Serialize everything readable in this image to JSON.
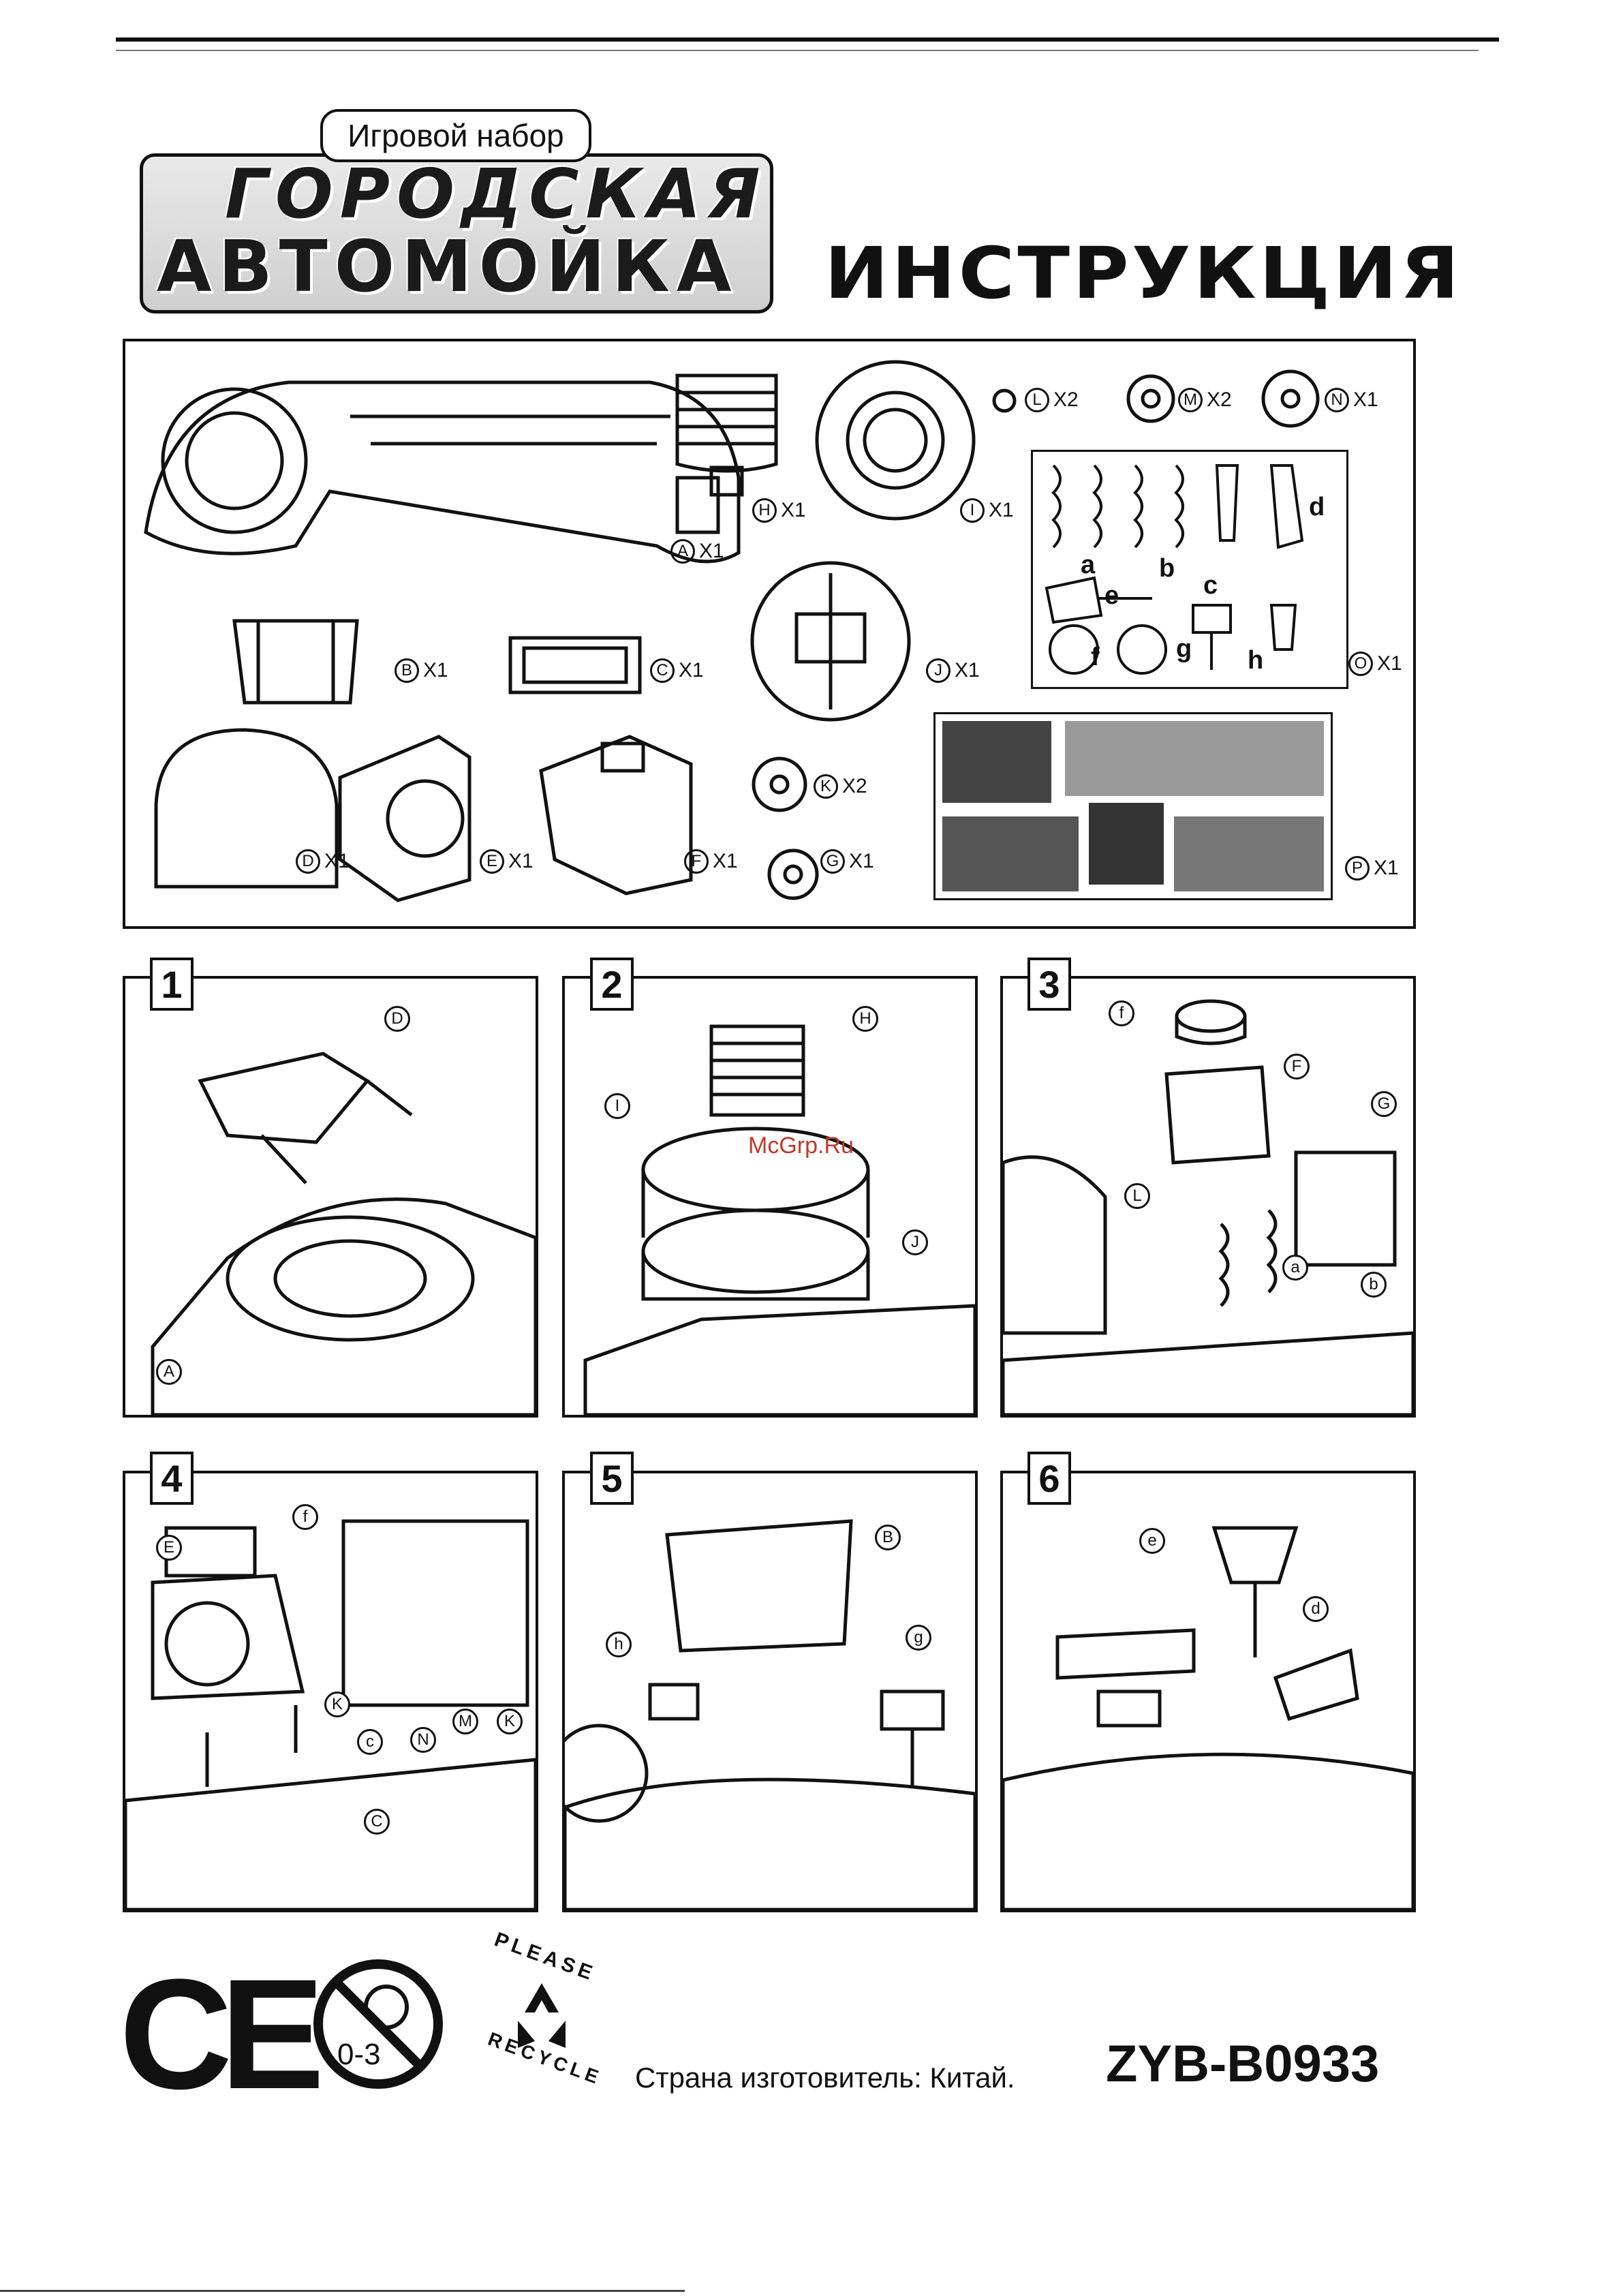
{
  "header": {
    "logo_top": "Игровой набор",
    "logo_line1": "ГОРОДСКАЯ",
    "logo_line2": "АВТОМОЙКА",
    "title": "ИНСТРУКЦИЯ"
  },
  "parts": [
    {
      "id": "A",
      "qty": "X1"
    },
    {
      "id": "B",
      "qty": "X1"
    },
    {
      "id": "C",
      "qty": "X1"
    },
    {
      "id": "D",
      "qty": "X1"
    },
    {
      "id": "E",
      "qty": "X1"
    },
    {
      "id": "F",
      "qty": "X1"
    },
    {
      "id": "G",
      "qty": "X1"
    },
    {
      "id": "H",
      "qty": "X1"
    },
    {
      "id": "I",
      "qty": "X1"
    },
    {
      "id": "J",
      "qty": "X1"
    },
    {
      "id": "K",
      "qty": "X2"
    },
    {
      "id": "L",
      "qty": "X2"
    },
    {
      "id": "M",
      "qty": "X2"
    },
    {
      "id": "N",
      "qty": "X1"
    },
    {
      "id": "O",
      "qty": "X1"
    },
    {
      "id": "P",
      "qty": "X1"
    }
  ],
  "sub_parts": [
    "a",
    "b",
    "c",
    "d",
    "e",
    "f",
    "g",
    "h"
  ],
  "steps": [
    {
      "num": "1",
      "labels": [
        "D",
        "A"
      ]
    },
    {
      "num": "2",
      "labels": [
        "H",
        "I",
        "J"
      ]
    },
    {
      "num": "3",
      "labels": [
        "f",
        "F",
        "G",
        "L",
        "a",
        "b"
      ]
    },
    {
      "num": "4",
      "labels": [
        "f",
        "E",
        "K",
        "c",
        "C",
        "N",
        "M",
        "K"
      ]
    },
    {
      "num": "5",
      "labels": [
        "B",
        "h",
        "g"
      ]
    },
    {
      "num": "6",
      "labels": [
        "e",
        "d"
      ]
    }
  ],
  "watermark": "McGrp.Ru",
  "footer": {
    "ce_mark": "CE",
    "age_warning": "0-3",
    "recycle_top": "PLEASE",
    "recycle_bottom": "RECYCLE",
    "country": "Страна изготовитель: Китай.",
    "model": "ZYB-B0933"
  },
  "icons": [
    "recycle-icon",
    "no-children-icon",
    "ce-mark-icon"
  ]
}
